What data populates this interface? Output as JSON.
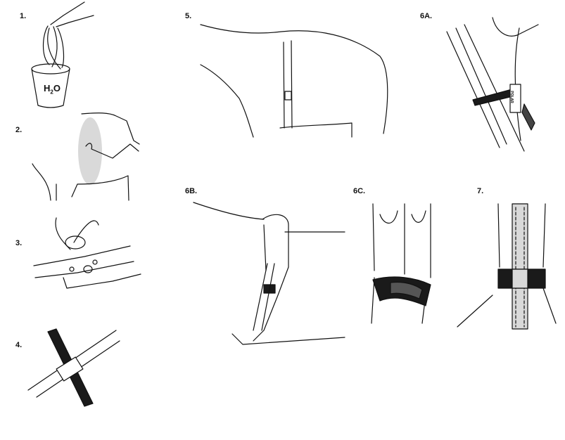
{
  "steps": {
    "s1": "1.",
    "s2": "2.",
    "s3": "3.",
    "s4": "4.",
    "s5": "5.",
    "s6a": "6A.",
    "s6b": "6B.",
    "s6c": "6C.",
    "s7": "7."
  },
  "bucket_label": {
    "main": "H",
    "sub": "2",
    "tail": "O"
  },
  "strap_brand": "POLAR",
  "colors": {
    "line": "#111111",
    "strap": "#1a1a1a",
    "shade": "#d9d9d9"
  }
}
